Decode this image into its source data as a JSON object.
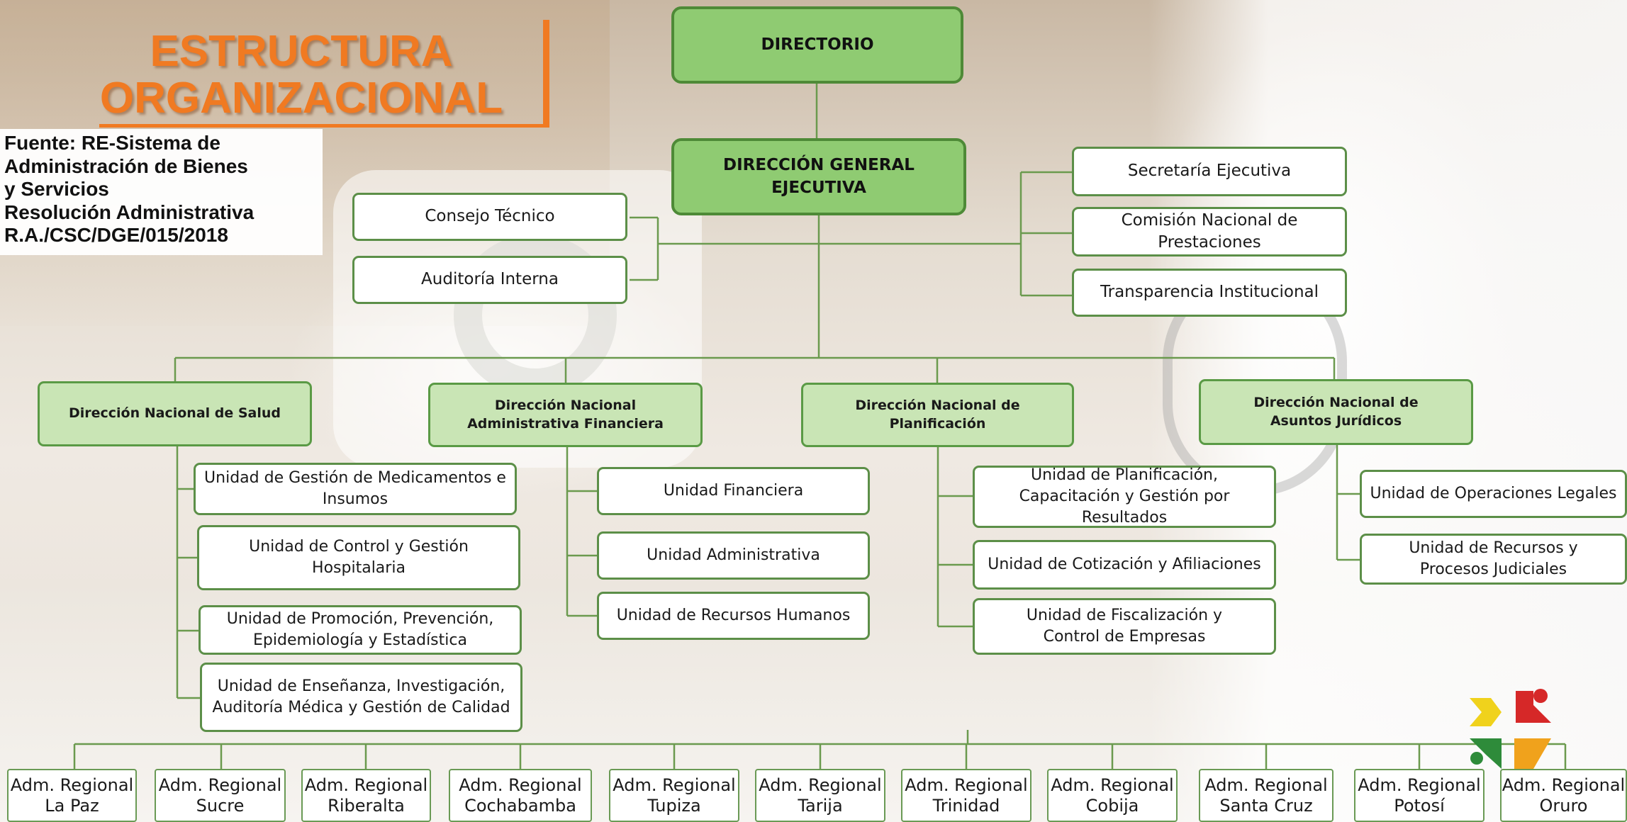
{
  "title": {
    "line1": "ESTRUCTURA",
    "line2": "ORGANIZACIONAL"
  },
  "source": {
    "lines": [
      "Fuente: RE-Sistema de",
      "Administración de Bienes",
      "y Servicios",
      "Resolución Administrativa",
      "R.A./CSC/DGE/015/2018"
    ]
  },
  "org": {
    "directorio": "DIRECTORIO",
    "direccion_general": {
      "line1": "DIRECCIÓN GENERAL",
      "line2": "EJECUTIVA"
    },
    "left_staff": [
      "Consejo Técnico",
      "Auditoría Interna"
    ],
    "right_staff": [
      "Secretaría Ejecutiva",
      "Comisión Nacional de Prestaciones",
      "Transparencia Institucional"
    ],
    "direcciones": [
      {
        "name": "Dirección Nacional de Salud",
        "units": [
          "Unidad de Gestión de Medicamentos e Insumos",
          "Unidad de Control y Gestión Hospitalaria",
          "Unidad de Promoción, Prevención, Epidemiología y Estadística",
          "Unidad de Enseñanza, Investigación, Auditoría Médica y Gestión de Calidad"
        ]
      },
      {
        "name": "Dirección Nacional Administrativa Financiera",
        "units": [
          "Unidad Financiera",
          "Unidad Administrativa",
          "Unidad de Recursos Humanos"
        ]
      },
      {
        "name": "Dirección Nacional de Planificación",
        "units": [
          "Unidad de Planificación, Capacitación y Gestión por Resultados",
          "Unidad de Cotización y Afiliaciones",
          "Unidad de Fiscalización y Control de Empresas"
        ]
      },
      {
        "name": "Dirección Nacional de Asuntos Jurídicos",
        "units": [
          "Unidad de Operaciones Legales",
          "Unidad de Recursos y Procesos Judiciales"
        ]
      }
    ],
    "regional_prefix": "Adm. Regional",
    "regionales": [
      "La Paz",
      "Sucre",
      "Riberalta",
      "Cochabamba",
      "Tupiza",
      "Tarija",
      "Trinidad",
      "Cobija",
      "Santa Cruz",
      "Potosí",
      "Oruro"
    ]
  },
  "colors": {
    "accent": "#f07a22",
    "green_dark": "#4e8a37",
    "green_fill": "#8fcb72",
    "green_light": "#c9e5b5"
  }
}
